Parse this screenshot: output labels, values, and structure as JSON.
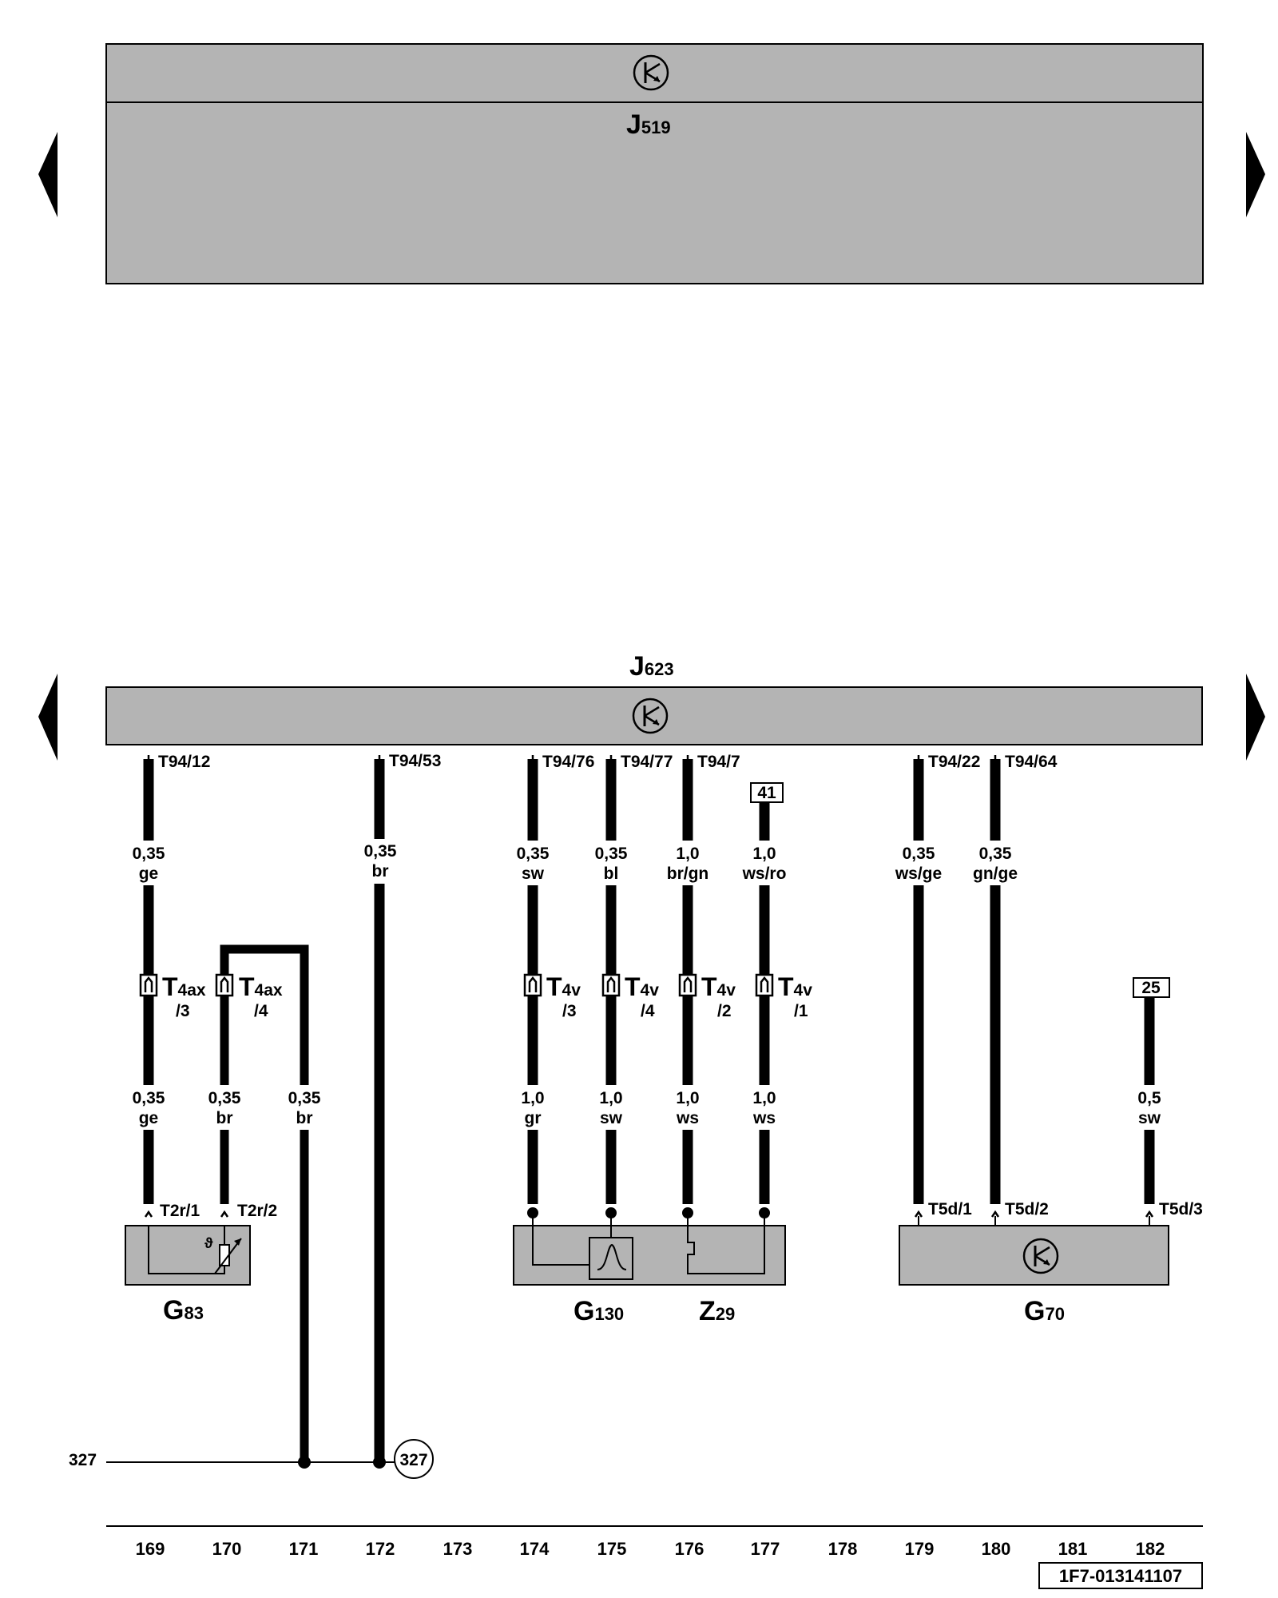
{
  "module_top": {
    "name": "J",
    "sub": "519"
  },
  "module_main": {
    "name": "J",
    "sub": "623"
  },
  "pins_main": [
    "T94/12",
    "T94/53",
    "T94/76",
    "T94/77",
    "T94/7",
    "T94/22",
    "T94/64"
  ],
  "wire_labels": [
    {
      "size": "0,35",
      "color": "ge"
    },
    {
      "size": "0,35",
      "color": "br"
    },
    {
      "size": "0,35",
      "color": "sw"
    },
    {
      "size": "0,35",
      "color": "bl"
    },
    {
      "size": "1,0",
      "color": "br/gn"
    },
    {
      "size": "1,0",
      "color": "ws/ro"
    },
    {
      "size": "0,35",
      "color": "ws/ge"
    },
    {
      "size": "0,35",
      "color": "gn/ge"
    },
    {
      "size": "0,35",
      "color": "ge"
    },
    {
      "size": "0,35",
      "color": "br"
    },
    {
      "size": "0,35",
      "color": "br"
    },
    {
      "size": "1,0",
      "color": "gr"
    },
    {
      "size": "1,0",
      "color": "sw"
    },
    {
      "size": "1,0",
      "color": "ws"
    },
    {
      "size": "1,0",
      "color": "ws"
    },
    {
      "size": "0,5",
      "color": "sw"
    }
  ],
  "connectors": [
    {
      "main": "T",
      "sub": "4ax",
      "pin": "/3"
    },
    {
      "main": "T",
      "sub": "4ax",
      "pin": "/4"
    },
    {
      "main": "T",
      "sub": "4v",
      "pin": "/3"
    },
    {
      "main": "T",
      "sub": "4v",
      "pin": "/4"
    },
    {
      "main": "T",
      "sub": "4v",
      "pin": "/2"
    },
    {
      "main": "T",
      "sub": "4v",
      "pin": "/1"
    }
  ],
  "ref_boxes": [
    "41",
    "25"
  ],
  "component_pins": [
    "T2r/1",
    "T2r/2",
    "T5d/1",
    "T5d/2",
    "T5d/3"
  ],
  "components": [
    {
      "name": "G",
      "sub": "83"
    },
    {
      "name": "G",
      "sub": "130"
    },
    {
      "name": "Z",
      "sub": "29"
    },
    {
      "name": "G",
      "sub": "70"
    }
  ],
  "ground": {
    "left_label": "327",
    "circle_label": "327"
  },
  "columns": [
    "169",
    "170",
    "171",
    "172",
    "173",
    "174",
    "175",
    "176",
    "177",
    "178",
    "179",
    "180",
    "181",
    "182"
  ],
  "doc_id": "1F7-013141107",
  "colors": {
    "module_fill": "#b4b4b4",
    "line": "#000000"
  }
}
